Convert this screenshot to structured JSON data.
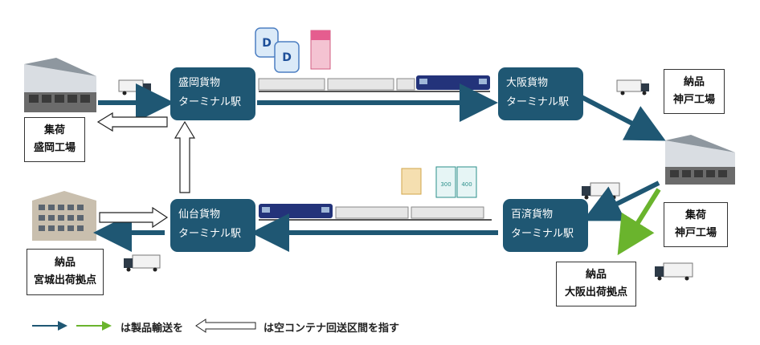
{
  "colors": {
    "product_transport": "#1f5773",
    "product_transport_green": "#6ab42d",
    "empty_container": "#222222",
    "station_fill": "#1f5773"
  },
  "stations": {
    "morioka": {
      "line1": "盛岡貨物",
      "line2": "ターミナル駅"
    },
    "osaka": {
      "line1": "大阪貨物",
      "line2": "ターミナル駅"
    },
    "sendai": {
      "line1": "仙台貨物",
      "line2": "ターミナル駅"
    },
    "kudara": {
      "line1": "百済貨物",
      "line2": "ターミナル駅"
    }
  },
  "labels": {
    "collect_morioka": {
      "line1": "集荷",
      "line2": "盛岡工場"
    },
    "deliver_kobe": {
      "line1": "納品",
      "line2": "神戸工場"
    },
    "collect_kobe": {
      "line1": "集荷",
      "line2": "神戸工場"
    },
    "deliver_miyagi": {
      "line1": "納品",
      "line2": "宮城出荷拠点"
    },
    "deliver_osaka": {
      "line1": "納品",
      "line2": "大阪出荷拠点"
    }
  },
  "products": {
    "top_1": "D",
    "top_2": "D",
    "bottom_1": "300",
    "bottom_2": "400"
  },
  "legend": {
    "product_text": "は製品輸送を",
    "empty_text": "は空コンテナ回送区間を指す"
  },
  "icons": [
    "truck-icon",
    "train-icon",
    "factory-icon",
    "building-icon",
    "product-package-icon"
  ]
}
